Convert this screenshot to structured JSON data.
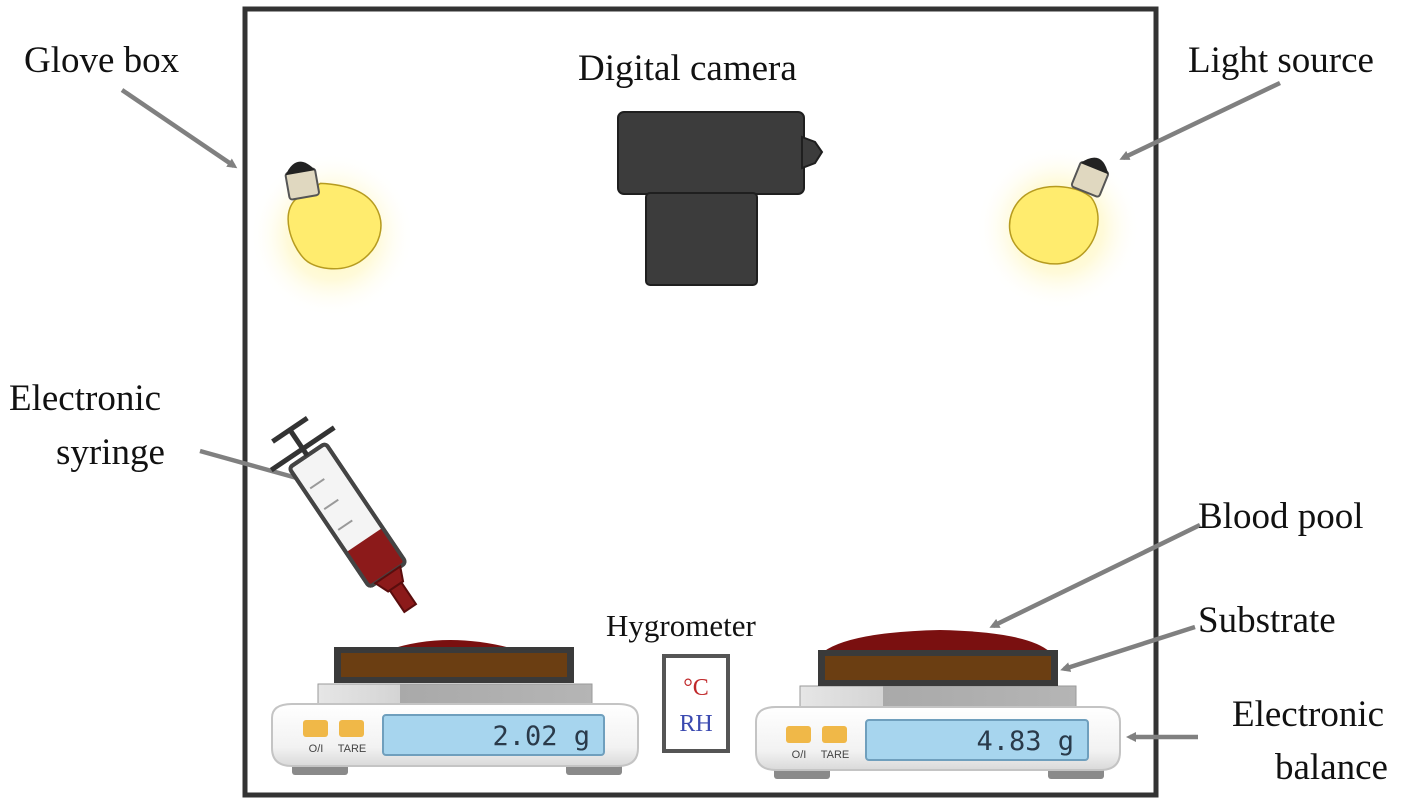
{
  "labels": {
    "glove_box": "Glove box",
    "digital_camera": "Digital camera",
    "light_source": "Light source",
    "electronic_syringe_line1": "Electronic",
    "electronic_syringe_line2": "syringe",
    "hygrometer": "Hygrometer",
    "blood_pool": "Blood pool",
    "substrate": "Substrate",
    "electronic_balance_line1": "Electronic",
    "electronic_balance_line2": "balance"
  },
  "balance_left": {
    "reading": "2.02 g",
    "button_power": "O/I",
    "button_tare": "TARE"
  },
  "balance_right": {
    "reading": "4.83 g",
    "button_power": "O/I",
    "button_tare": "TARE"
  },
  "hygrometer_display": {
    "temperature_unit": "°C",
    "humidity_unit": "RH"
  },
  "colors": {
    "box_outline": "#333333",
    "arrow": "#808080",
    "camera": "#3c3c3c",
    "bulb": "#ffec6e",
    "blood": "#7a1010",
    "substrate": "#6b3e12",
    "balance_screen": "#a7d5ee",
    "button": "#f0b848",
    "temperature_text": "#c0282a",
    "humidity_text": "#3a49b0"
  }
}
